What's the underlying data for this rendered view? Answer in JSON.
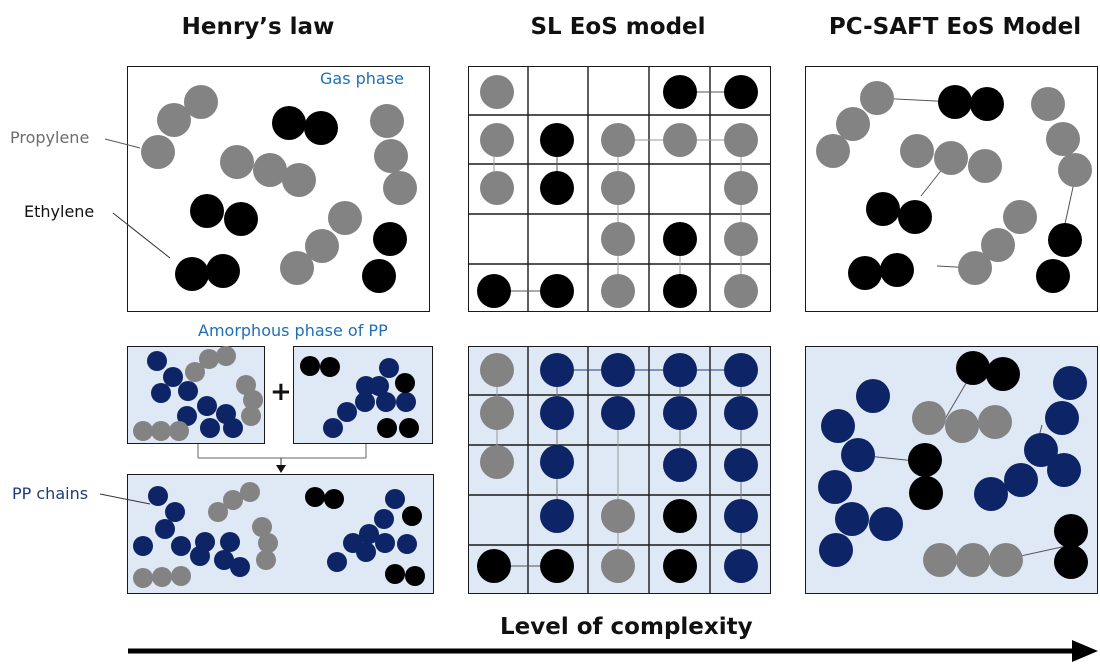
{
  "titles": {
    "henry": "Henry’s law",
    "sl": "SL EoS model",
    "pcsaft": "PC-SAFT EoS Model"
  },
  "labels": {
    "gas_phase": "Gas phase",
    "propylene": "Propylene",
    "ethylene": "Ethylene",
    "amorphous": "Amorphous phase of PP",
    "pp_chains": "PP chains",
    "plus": "+",
    "complexity": "Level of complexity"
  },
  "colors": {
    "propylene": "#838383",
    "ethylene": "#000000",
    "pp_chain": "#0d2466",
    "amorphous_bg": "#dfe8f5",
    "label_blue": "#1f6fb5",
    "label_navy": "#1f3b7a"
  }
}
